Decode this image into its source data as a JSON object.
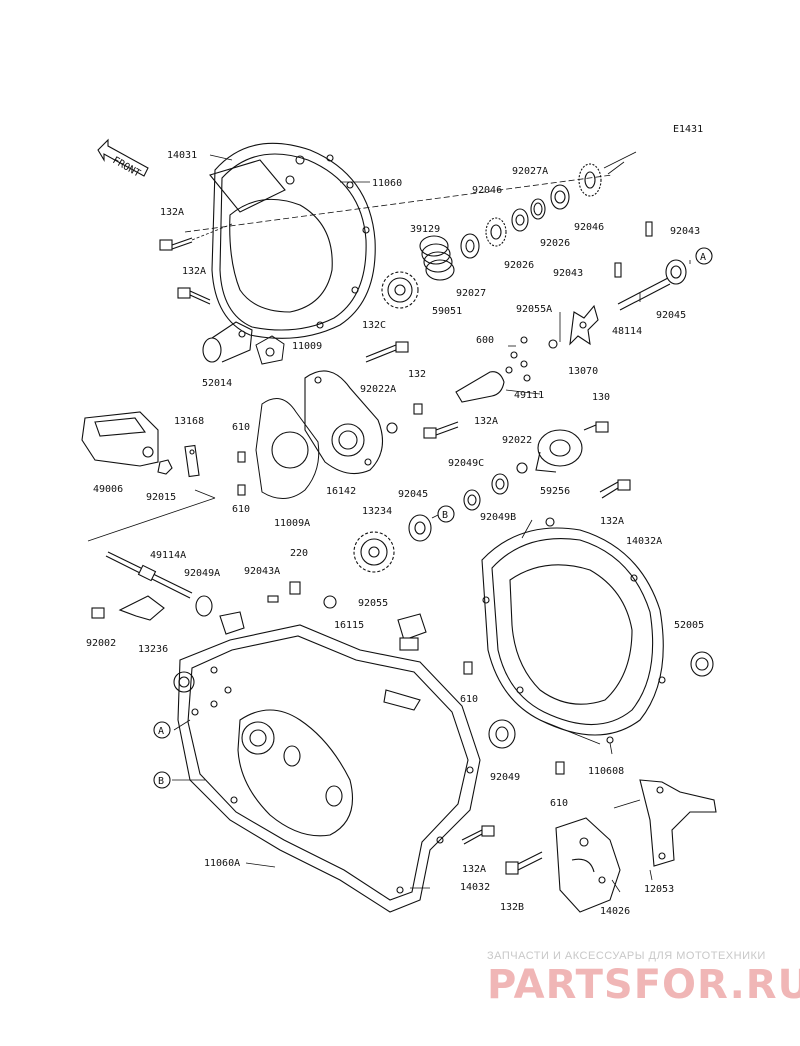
{
  "diagram_code": "E1431",
  "front_label": "FRONT",
  "callouts": {
    "c14031": "14031",
    "c11060": "11060",
    "c132A_a": "132A",
    "c132A_b": "132A",
    "c39129": "39129",
    "c92046_a": "92046",
    "c92027A": "92027A",
    "c92046_b": "92046",
    "c92043_a": "92043",
    "c92027": "92027",
    "c92026_a": "92026",
    "c92026_b": "92026",
    "c92043_b": "92043",
    "c59051": "59051",
    "c92055A": "92055A",
    "c48114": "48114",
    "c92045_a": "92045",
    "c132C": "132C",
    "c11009": "11009",
    "c600": "600",
    "c13070": "13070",
    "c52014": "52014",
    "c132": "132",
    "c49111": "49111",
    "c92022A": "92022A",
    "c130": "130",
    "c132A_c": "132A",
    "c13168": "13168",
    "c610_a": "610",
    "c92022": "92022",
    "c92049C": "92049C",
    "c59256": "59256",
    "c16142": "16142",
    "c49006": "49006",
    "c92015": "92015",
    "c610_b": "610",
    "c11009A": "11009A",
    "c92045_b": "92045",
    "c92049B": "92049B",
    "c13234": "13234",
    "c132A_d": "132A",
    "c14032A": "14032A",
    "c49114A": "49114A",
    "c92049A": "92049A",
    "c92043A": "92043A",
    "c220": "220",
    "c92055": "92055",
    "c16115": "16115",
    "c52005": "52005",
    "c92002": "92002",
    "c13236": "13236",
    "c610_c": "610",
    "c110608": "110608",
    "c92049": "92049",
    "c610_d": "610",
    "c11060A": "11060A",
    "c132A_e": "132A",
    "c14032": "14032",
    "c132B": "132B",
    "c14026": "14026",
    "c12053": "12053"
  },
  "markers": {
    "A": "A",
    "B": "B"
  },
  "watermark": {
    "tagline": "ЗАПЧАСТИ И АКСЕССУАРЫ ДЛЯ МОТОТЕХНИКИ",
    "brand": "PARTSFOR.RU"
  }
}
